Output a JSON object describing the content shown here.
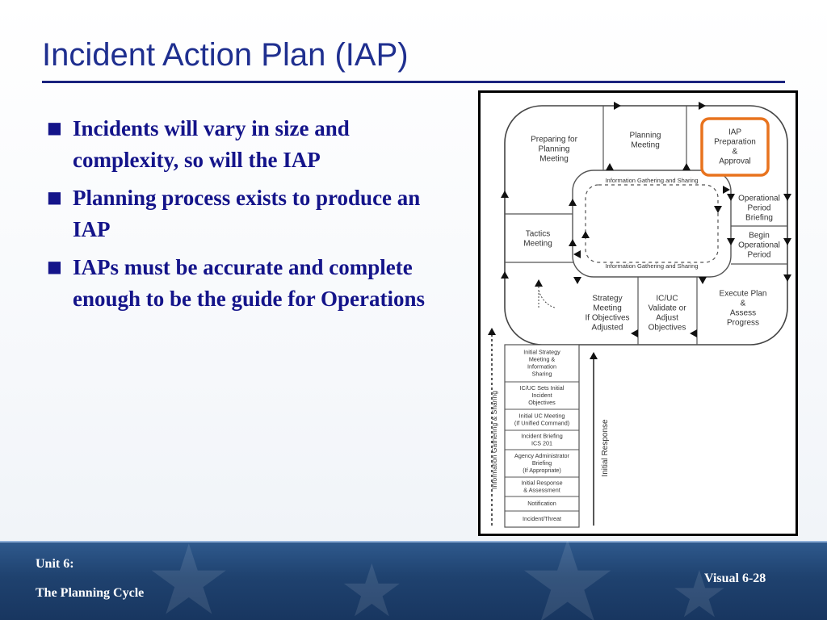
{
  "slide": {
    "title": "Incident Action Plan (IAP)",
    "bullets": [
      "Incidents will vary in size and complexity, so will the IAP",
      "Planning process exists to produce an IAP",
      "IAPs must be accurate and complete enough to be the guide for Operations"
    ],
    "bullet_marker": "■"
  },
  "diagram": {
    "highlight_color": "#e8731e",
    "cycle_boxes": {
      "preparing": [
        "Preparing for",
        "Planning",
        "Meeting"
      ],
      "planning_meeting": [
        "Planning",
        "Meeting"
      ],
      "iap_prep": [
        "IAP",
        "Preparation",
        "&",
        "Approval"
      ],
      "operational_briefing": [
        "Operational",
        "Period",
        "Briefing"
      ],
      "begin_operational": [
        "Begin",
        "Operational",
        "Period"
      ],
      "execute_plan": [
        "Execute Plan",
        "&",
        "Assess",
        "Progress"
      ],
      "iccuc_validate": [
        "IC/UC",
        "Validate or",
        "Adjust",
        "Objectives"
      ],
      "strategy_meeting": [
        "Strategy",
        "Meeting",
        "If Objectives",
        "Adjusted"
      ],
      "tactics_meeting": [
        "Tactics",
        "Meeting"
      ]
    },
    "inner_loop_labels": {
      "top": "Information Gathering and Sharing",
      "bottom": "Information Gathering and Sharing"
    },
    "stack_boxes": {
      "initial_strategy": [
        "Initial Strategy",
        "Meeting &",
        "Information",
        "Sharing"
      ],
      "icuc_sets": [
        "IC/UC Sets Initial",
        "Incident",
        "Objectives"
      ],
      "initial_uc": [
        "Initial UC Meeting",
        "(If Unified Command)"
      ],
      "incident_briefing": [
        "Incident Briefing",
        "ICS 201"
      ],
      "agency_admin": [
        "Agency Administrator",
        "Briefing",
        "(If Appropriate)"
      ],
      "initial_response": [
        "Initial Response",
        "& Assessment"
      ],
      "notification": [
        "Notification"
      ],
      "incident_threat": [
        "Incident/Threat"
      ]
    },
    "side_labels": {
      "left": "Information Gathering & Sharing",
      "right": "Initial Response"
    }
  },
  "footer": {
    "unit": "Unit 6:",
    "unit_title": "The Planning Cycle",
    "visual": "Visual 6-28"
  }
}
